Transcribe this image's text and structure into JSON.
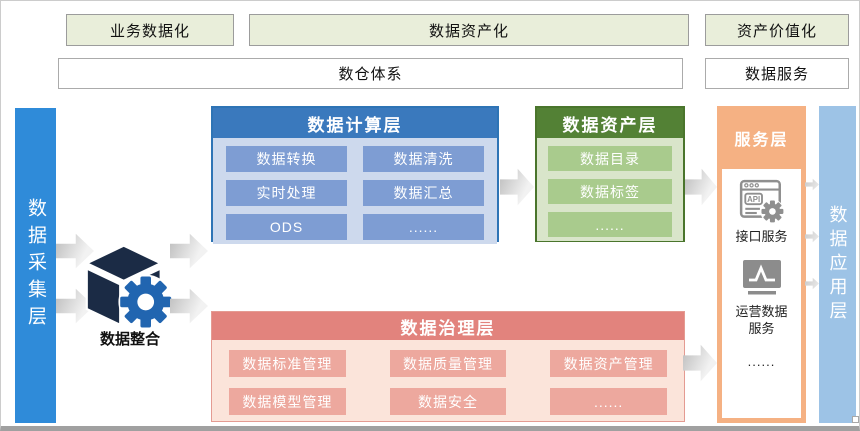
{
  "stages": [
    {
      "label": "业务数据化"
    },
    {
      "label": "数据资产化"
    },
    {
      "label": "资产价值化"
    }
  ],
  "systems": [
    {
      "label": "数仓体系"
    },
    {
      "label": "数据服务"
    }
  ],
  "collect_layer": {
    "label": "数据采集层"
  },
  "integration": {
    "label": "数据整合"
  },
  "compute_layer": {
    "title": "数据计算层",
    "items": [
      "数据转换",
      "数据清洗",
      "实时处理",
      "数据汇总",
      "ODS",
      "......"
    ]
  },
  "asset_layer": {
    "title": "数据资产层",
    "items": [
      "数据目录",
      "数据标签",
      "......"
    ]
  },
  "governance_layer": {
    "title": "数据治理层",
    "items": [
      "数据标准管理",
      "数据质量管理",
      "数据资产管理",
      "数据模型管理",
      "数据安全",
      "......"
    ]
  },
  "service_layer": {
    "title": "服务层",
    "api_icon_text": "API",
    "services": [
      {
        "label": "接口服务"
      },
      {
        "label": "运营数据服务"
      }
    ],
    "more": "......"
  },
  "app_layer": {
    "label": "数据应用层"
  },
  "colors": {
    "stage_fill": "#e9eeda",
    "collect_bar": "#2f8bd9",
    "compute_header": "#3a79bd",
    "compute_body": "#cdd9ed",
    "compute_item": "#7e9dd3",
    "asset_header": "#538135",
    "asset_body": "#d9e5ca",
    "asset_item": "#a9cb8d",
    "governance_header": "#e2837d",
    "governance_body": "#fbe4da",
    "governance_item": "#eda89e",
    "service_fill": "#f5b183",
    "app_bar": "#9dc3e6",
    "cube": "#1b2b45",
    "gear": "#2165b0",
    "arrow": "#c9c9c9"
  }
}
